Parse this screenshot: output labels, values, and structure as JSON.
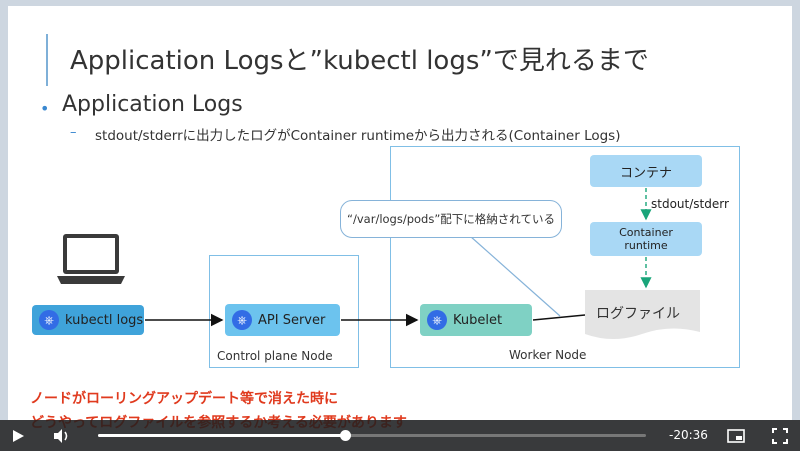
{
  "slide": {
    "title": "Application Logsと”kubectl logs”で見れるまで",
    "bullet": "Application Logs",
    "subbullet": "stdout/stderrに出力したログがContainer runtimeから出力される(Container Logs)",
    "kubectl_label": "kubectl logs",
    "api_server_label": "API Server",
    "control_plane_label": "Control plane Node",
    "kubelet_label": "Kubelet",
    "worker_node_label": "Worker Node",
    "container_label": "コンテナ",
    "stdout_label": "stdout/stderr",
    "runtime_label_1": "Container",
    "runtime_label_2": "runtime",
    "logfile_label": "ログファイル",
    "callout_text": "“/var/logs/pods”配下に格納されている",
    "note_line1": "ノードがローリングアップデート等で消えた時に",
    "note_line2": "どうやってログファイルを参照するか考える必要があります"
  },
  "player": {
    "time_remaining": "-20:36",
    "progress": 0.45,
    "icons": [
      "play-icon",
      "volume-icon",
      "pip-icon",
      "fullscreen-icon"
    ]
  },
  "colors": {
    "accent_blue": "#3a88d0",
    "note_red": "#e03a1e",
    "k8s_blue": "#326ce5"
  }
}
